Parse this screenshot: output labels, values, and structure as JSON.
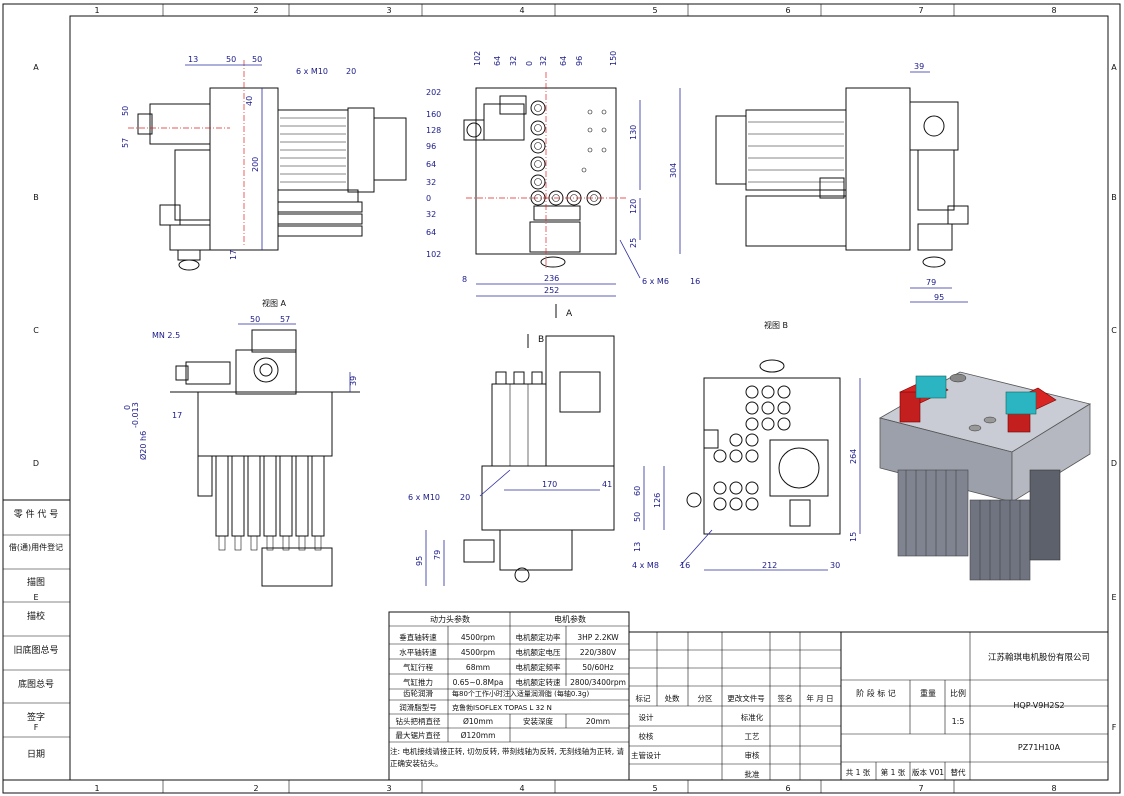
{
  "frame": {
    "cols": [
      "1",
      "2",
      "3",
      "4",
      "5",
      "6",
      "7",
      "8"
    ],
    "rows": [
      "A",
      "B",
      "C",
      "D",
      "E",
      "F"
    ]
  },
  "left_block": [
    "零 件 代 号",
    "借(通)用件登记",
    "描图",
    "描校",
    "旧底图总号",
    "底图总号",
    "签字",
    "日期"
  ],
  "views": {
    "view_a": "视图 A",
    "view_b": "视图 B",
    "arrow_a": "A",
    "arrow_b": "B"
  },
  "dims": {
    "v1": [
      "13",
      "50",
      "50",
      "6 x M10",
      "20",
      "40",
      "50",
      "57",
      "200",
      "17"
    ],
    "v2_top": [
      "102",
      "64",
      "32",
      "0",
      "32",
      "64",
      "96",
      "150"
    ],
    "v2_left": [
      "202",
      "160",
      "128",
      "96",
      "64",
      "32",
      "0",
      "32",
      "64",
      "102"
    ],
    "v2_right": [
      "130",
      "304",
      "120",
      "25"
    ],
    "v2_bottom": [
      "8",
      "236",
      "252",
      "6 x M6",
      "16"
    ],
    "v3": [
      "39",
      "79",
      "95"
    ],
    "v4": [
      "MN 2.5",
      "50",
      "57",
      "39",
      "17",
      "Ø20 h6",
      "0",
      "-0.013"
    ],
    "v5": [
      "170",
      "41",
      "60",
      "50",
      "126",
      "13",
      "6 x M10",
      "20",
      "95",
      "79"
    ],
    "v6": [
      "264",
      "212",
      "30",
      "15",
      "4 x M8",
      "16"
    ]
  },
  "params": {
    "left_header": "动力头参数",
    "right_header": "电机参数",
    "rows": [
      [
        "垂直轴转速",
        "4500rpm",
        "电机额定功率",
        "3HP 2.2KW"
      ],
      [
        "水平轴转速",
        "4500rpm",
        "电机额定电压",
        "220/380V"
      ],
      [
        "气缸行程",
        "68mm",
        "电机额定频率",
        "50/60Hz"
      ],
      [
        "气缸推力",
        "0.65~0.8Mpa",
        "电机额定转速",
        "2800/3400rpm"
      ]
    ],
    "lube_label": "齿轮润滑",
    "lube_value": "每80个工作小时注入适量润滑脂 (每轴0.3g)",
    "grease_label": "润滑脂型号",
    "grease_value": "克鲁勃ISOFLEX TOPAS L 32 N",
    "chuck_label": "钻头把柄直径",
    "chuck_value": "Ø10mm",
    "depth_label": "安装深度",
    "depth_value": "20mm",
    "saw_label": "最大锯片直径",
    "saw_value": "Ø120mm",
    "note": "注: 电机接线请接正转, 切勿反转, 带刻线轴为反转, 无刻线轴为正转, 请正确安装钻头。"
  },
  "revision": {
    "headers": [
      "标记",
      "处数",
      "分区",
      "更改文件号",
      "签名",
      "年 月 日"
    ],
    "sign_rows": [
      [
        "设计",
        "标准化"
      ],
      [
        "校核",
        "工艺"
      ],
      [
        "主管设计",
        "审核"
      ],
      [
        "",
        "批准"
      ]
    ]
  },
  "title_block": {
    "company": "江苏翰琪电机股份有限公司",
    "stage_label": "阶 段 标 记",
    "weight_label": "重量",
    "scale_label": "比例",
    "scale_value": "1:5",
    "code": "HQP-V9H2S2",
    "drawing_no": "PZ71H10A",
    "sheets": "共 1 张",
    "sheet_no": "第 1 张",
    "version": "版本 V01",
    "replace": "替代"
  }
}
